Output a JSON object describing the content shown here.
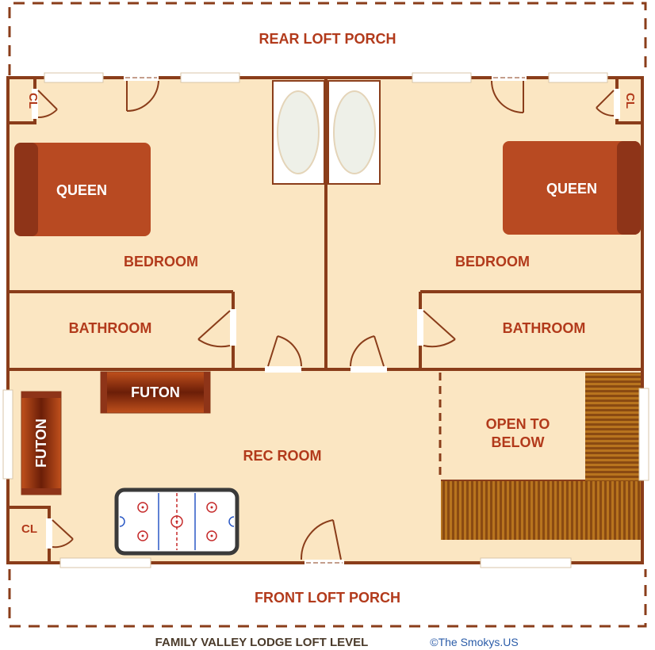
{
  "rooms": {
    "rear_porch": "REAR LOFT PORCH",
    "front_porch": "FRONT LOFT PORCH",
    "bedroom_left": "BEDROOM",
    "bedroom_right": "BEDROOM",
    "bathroom_left": "BATHROOM",
    "bathroom_right": "BATHROOM",
    "rec_room": "REC ROOM",
    "open_below_line1": "OPEN TO",
    "open_below_line2": "BELOW"
  },
  "furniture": {
    "queen_left": "QUEEN",
    "queen_right": "QUEEN",
    "futon_top": "FUTON",
    "futon_side": "FUTON"
  },
  "closets": {
    "cl_top_left": "CL",
    "cl_top_right": "CL",
    "cl_bottom_left": "CL"
  },
  "footer": {
    "title": "FAMILY VALLEY LODGE LOFT LEVEL",
    "copyright": "©The Smokys.US"
  },
  "colors": {
    "floor": "#fbe6c2",
    "wall": "#8a3d1a",
    "label": "#b23a1b",
    "bed": "#b84a22",
    "bed_head": "#8e3418"
  }
}
